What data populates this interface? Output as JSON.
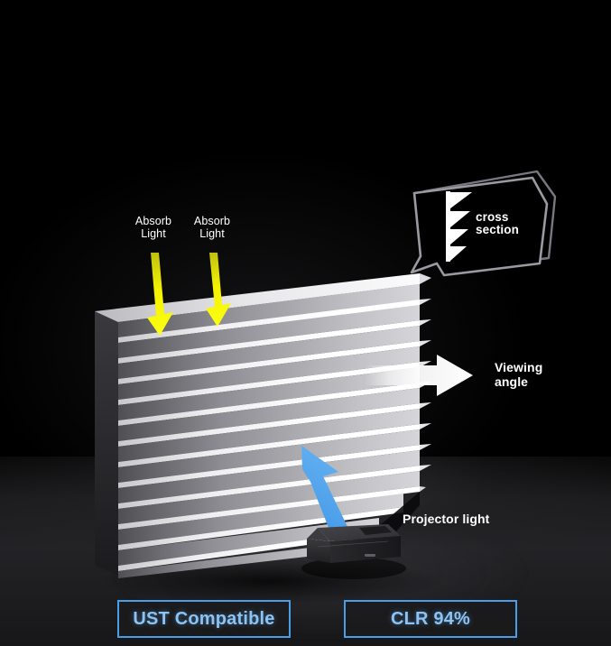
{
  "scene": {
    "title": "UST projector screen cross-section illustration",
    "background_color": "#000000",
    "floor_color": "#232326"
  },
  "labels": {
    "absorb_light_left": "Absorb\nLight",
    "absorb_light_right": "Absorb\nLight",
    "viewing_angle": "Viewing\nangle",
    "projector_light": "Projector light",
    "cross_section": "cross\nsection"
  },
  "badges": [
    {
      "id": "ust",
      "label": "UST Compatible",
      "border_color": "#4a9ee8",
      "text_color": "#8cc3f2"
    },
    {
      "id": "clr",
      "label": "CLR 94%",
      "border_color": "#4a9ee8",
      "text_color": "#8cc3f2"
    }
  ],
  "colors": {
    "absorb_arrow": "#f2f000",
    "viewing_arrow": "#ffffff",
    "projector_arrow": "#4a9ee8",
    "callout_outline": "#8a8a8a",
    "sawtooth_fill": "#ffffff",
    "panel_light": "#ffffff",
    "panel_dark": "#6e6e72"
  },
  "objects": {
    "screen_panel": "lenticular-sawtooth-screen",
    "projector": "ultra-short-throw-projector",
    "callout_bubble": "cross-section-speech-bubble"
  }
}
